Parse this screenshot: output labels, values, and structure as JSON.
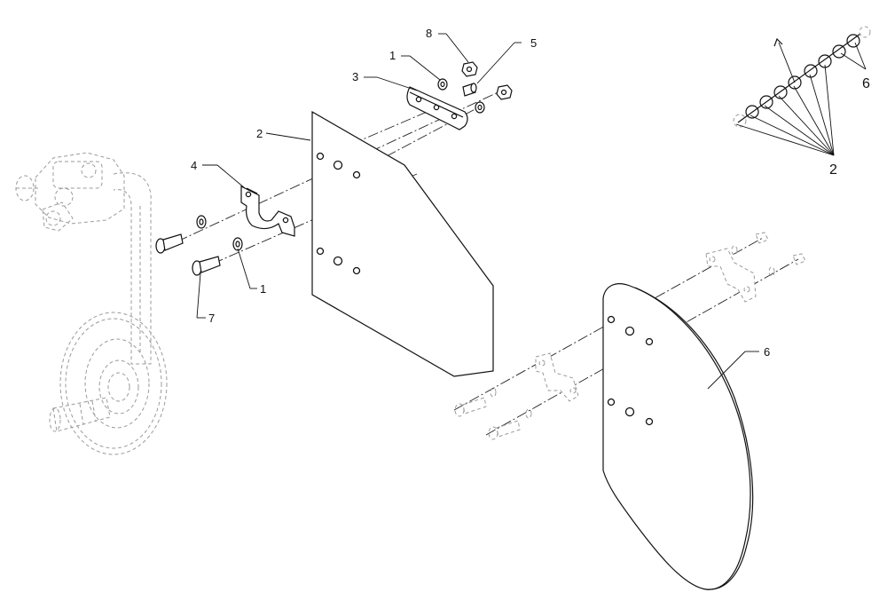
{
  "diagram": {
    "callouts": [
      {
        "id": "callout-8",
        "text": "8"
      },
      {
        "id": "callout-1-top",
        "text": "1"
      },
      {
        "id": "callout-5",
        "text": "5"
      },
      {
        "id": "callout-3",
        "text": "3"
      },
      {
        "id": "callout-2-plate",
        "text": "2"
      },
      {
        "id": "callout-4",
        "text": "4"
      },
      {
        "id": "callout-1-bottom",
        "text": "1"
      },
      {
        "id": "callout-7",
        "text": "7"
      },
      {
        "id": "callout-6-shield",
        "text": "6"
      },
      {
        "id": "callout-6-inset",
        "text": "6"
      },
      {
        "id": "callout-2-inset",
        "text": "2"
      }
    ]
  }
}
